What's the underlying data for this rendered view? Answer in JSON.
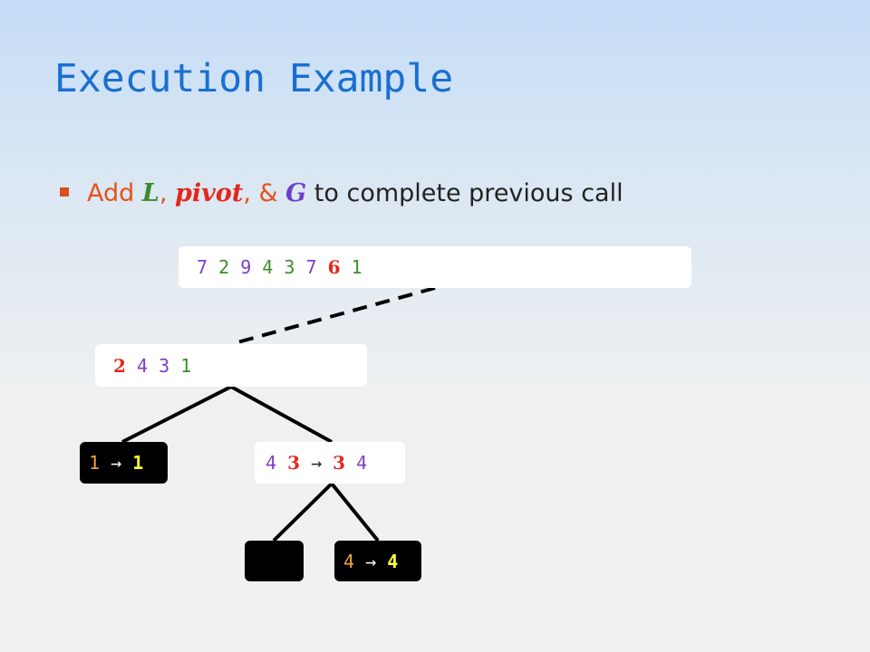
{
  "title": "Execution Example",
  "bullet": {
    "pre": "Add ",
    "L": "L",
    "comma1": ", ",
    "pivot": "pivot",
    "comma2": ", & ",
    "G": "G",
    "post": " to complete previous call"
  },
  "tree": {
    "root": [
      "7",
      "2",
      "9",
      "4",
      "3",
      "7",
      "6",
      "1"
    ],
    "level1": [
      "2",
      "4",
      "3",
      "1"
    ],
    "left_leaf": {
      "input": "1",
      "arrow": "→",
      "output": "1"
    },
    "mid": {
      "input": [
        "4",
        "3"
      ],
      "arrow": "→",
      "output": [
        "3",
        "4"
      ]
    },
    "empty_leaf": "",
    "right_leaf": {
      "input": "4",
      "arrow": "→",
      "output": "4"
    }
  },
  "colors": {
    "title": "#1a6fd0",
    "bullet_square": "#d94f1e",
    "pivot": "#e1281c",
    "L": "#3a8a2e",
    "G": "#6b3fc9",
    "purple_digit": "#7a3fc9",
    "green_digit": "#3e8c2c",
    "orange_digit": "#f0a33a",
    "yellow_digit": "#ffff33"
  }
}
